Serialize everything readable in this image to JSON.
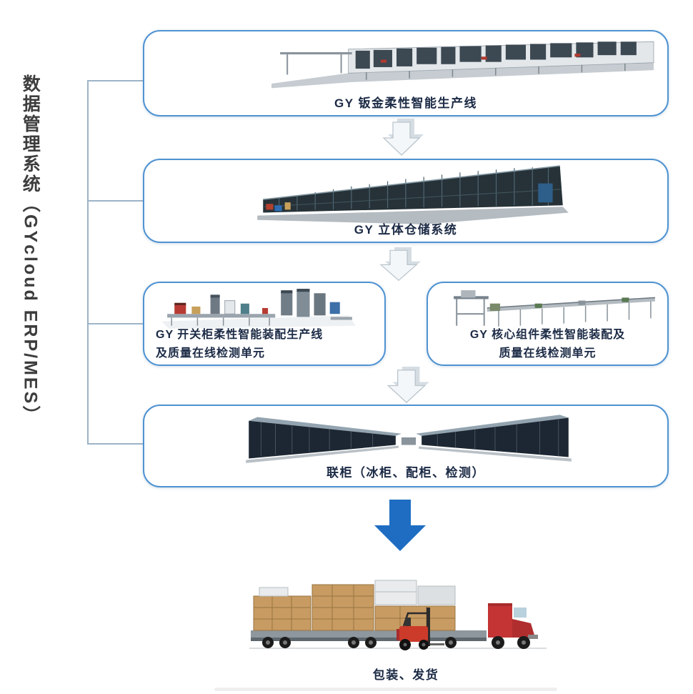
{
  "diagram": {
    "sidebar_label": "数据管理系统（GYcloud ERP/MES）",
    "boxes": {
      "sheet_metal": {
        "caption": "GY 钣金柔性智能生产线"
      },
      "warehouse": {
        "caption": "GY 立体仓储系统"
      },
      "switchgear": {
        "line1": "GY 开关柜柔性智能装配生产线",
        "line2": "及质量在线检测单元"
      },
      "core_components": {
        "line1": "GY 核心组件柔性智能装配及",
        "line2": "质量在线检测单元"
      },
      "cabinets": {
        "caption": "联柜（冰柜、配柜、检测）"
      }
    },
    "shipping_caption": "包装、发货"
  },
  "colors": {
    "box-border": "#4f93d2",
    "caption-text": "#1b2a45",
    "sidebar-text": "#3d3d3d",
    "connector-line": "#9db4c8",
    "arrow-light-face": "#f4f7f9",
    "arrow-light-edge": "#bac5cd",
    "arrow-blue": "#1e6dc2"
  }
}
